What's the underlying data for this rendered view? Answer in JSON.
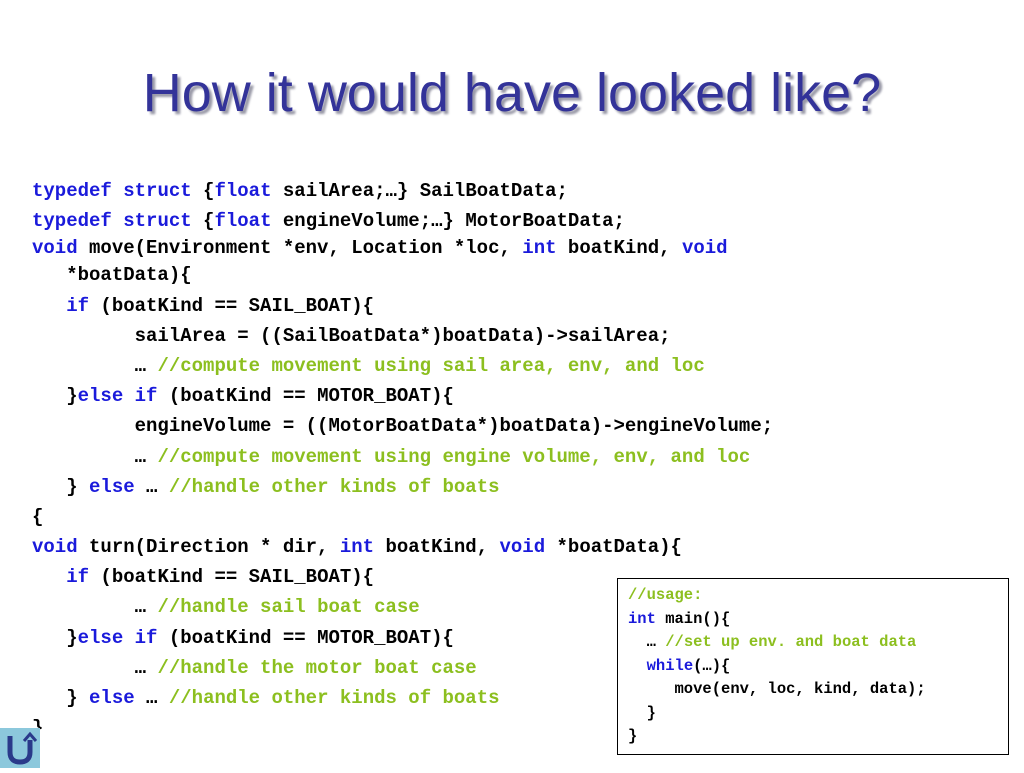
{
  "title": "How it would have looked like?",
  "code": {
    "l1": {
      "k1": "typedef",
      "k2": "struct",
      "t1": " {",
      "k3": "float",
      "t2": " sailArea;…} SailBoatData;"
    },
    "l2": {
      "k1": "typedef",
      "k2": "struct",
      "t1": " {",
      "k3": "float",
      "t2": " engineVolume;…} MotorBoatData;"
    },
    "l3": {
      "k1": "void",
      "t1": " move(Environment *env, Location *loc, ",
      "k2": "int",
      "t2": " boatKind, ",
      "k3": "void"
    },
    "l4": {
      "t1": "   *boatData){"
    },
    "l5": {
      "k1": "if",
      "t1": " (boatKind == SAIL_BOAT){"
    },
    "l6": {
      "t1": "sailArea = ((SailBoatData*)boatData)->sailArea;"
    },
    "l7": {
      "t1": "… ",
      "c1": "//compute movement using sail area, env, and loc"
    },
    "l8": {
      "t1": "}",
      "k1": "else",
      "k2": "if",
      "t2": " (boatKind == MOTOR_BOAT){"
    },
    "l9": {
      "t1": "engineVolume = ((MotorBoatData*)boatData)->engineVolume;"
    },
    "l10": {
      "t1": "… ",
      "c1": "//compute movement using engine volume, env, and loc"
    },
    "l11": {
      "t1": "} ",
      "k1": "else",
      "t2": " … ",
      "c1": "//handle other kinds of boats"
    },
    "l12": {
      "t1": "{"
    },
    "l13": {
      "k1": "void",
      "t1": " turn(Direction * dir, ",
      "k2": "int",
      "t2": " boatKind, ",
      "k3": "void",
      "t3": " *boatData){"
    },
    "l14": {
      "k1": "if",
      "t1": " (boatKind == SAIL_BOAT){"
    },
    "l15": {
      "t1": "… ",
      "c1": "//handle sail boat case"
    },
    "l16": {
      "t1": "}",
      "k1": "else",
      "k2": "if",
      "t2": " (boatKind == MOTOR_BOAT){"
    },
    "l17": {
      "t1": "… ",
      "c1": "//handle the motor boat case"
    },
    "l18": {
      "t1": "} ",
      "k1": "else",
      "t2": " … ",
      "c1": "//handle other kinds of boats"
    },
    "l19": {
      "t1": "}"
    }
  },
  "usage": {
    "b1": {
      "c1": "//usage:"
    },
    "b2": {
      "k1": "int",
      "t1": " main(){"
    },
    "b3": {
      "t1": "  … ",
      "c1": "//set up env. and boat data"
    },
    "b4": {
      "k1": "while",
      "t1": "(…){"
    },
    "b5": {
      "t1": "     move(env, loc, kind, data);"
    },
    "b6": {
      "t1": "  }"
    },
    "b7": {
      "t1": "}"
    }
  },
  "colors": {
    "title": "#333399",
    "keyword": "#1a1adb",
    "comment": "#8cbf1f",
    "logo": "#8cc8dc"
  }
}
